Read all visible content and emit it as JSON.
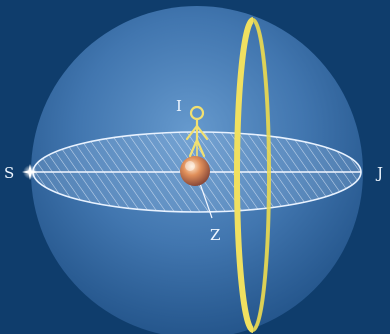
{
  "labels": {
    "south": "S",
    "east": "J",
    "zenith": "I",
    "nadir": "Z"
  },
  "colors": {
    "background": "#0f3d6c",
    "sphere": "#4d83bd",
    "horizon": "#e8f2ff",
    "ring": "#f0e060",
    "figure": "#f2e070"
  }
}
